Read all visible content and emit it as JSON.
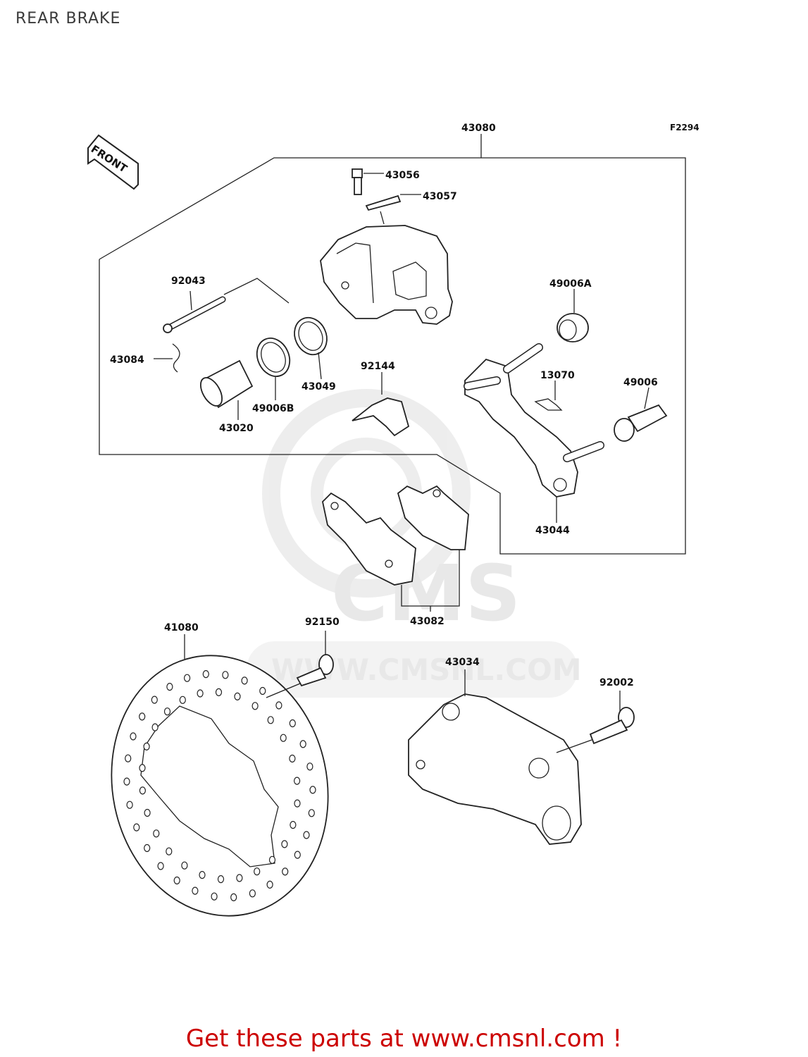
{
  "title": "REAR BRAKE",
  "figure_code": "F2294",
  "front_label": "FRONT",
  "watermark": {
    "logo_text": "CMS",
    "url_text": "WWW.CMSNL.COM"
  },
  "parts": {
    "p43080": "43080",
    "p43056": "43056",
    "p43057": "43057",
    "p92043": "92043",
    "p49006A": "49006A",
    "p43084": "43084",
    "p92144": "92144",
    "p13070": "13070",
    "p49006": "49006",
    "p43049": "43049",
    "p49006B": "49006B",
    "p43020": "43020",
    "p43044": "43044",
    "p43082": "43082",
    "p41080": "41080",
    "p92150": "92150",
    "p43034": "43034",
    "p92002": "92002"
  },
  "footer": "Get these parts at www.cmsnl.com !"
}
